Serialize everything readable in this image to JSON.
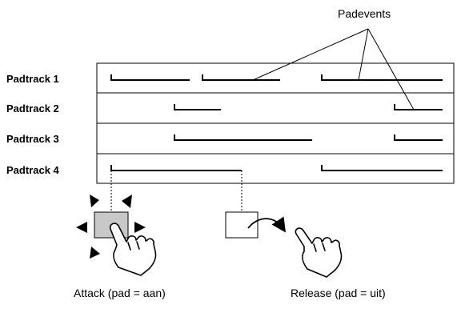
{
  "title_label": "Padevents",
  "tracks": [
    {
      "label": "Padtrack 1"
    },
    {
      "label": "Padtrack 2"
    },
    {
      "label": "Padtrack 3"
    },
    {
      "label": "Padtrack 4"
    }
  ],
  "captions": {
    "attack": "Attack (pad = aan)",
    "release": "Release (pad = uit)"
  },
  "colors": {
    "line": "#000000",
    "pad_pressed": "#c8c8c8",
    "pad_released": "#ffffff"
  },
  "icons": [
    "hand-press-icon",
    "hand-release-icon",
    "burst-arrows-icon",
    "curved-arrow-icon"
  ]
}
